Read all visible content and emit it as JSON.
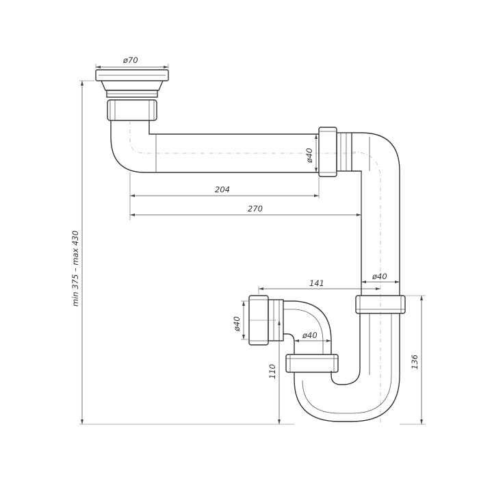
{
  "dimensions": {
    "d70": "ø70",
    "d40_horizontal": "ø40",
    "len_204": "204",
    "len_270": "270",
    "height_range": "min 375 – max 430",
    "d40_vertical": "ø40",
    "len_141": "141",
    "d40_outlet": "ø40",
    "d40_elbow": "ø40",
    "h110": "110",
    "h136": "136"
  }
}
